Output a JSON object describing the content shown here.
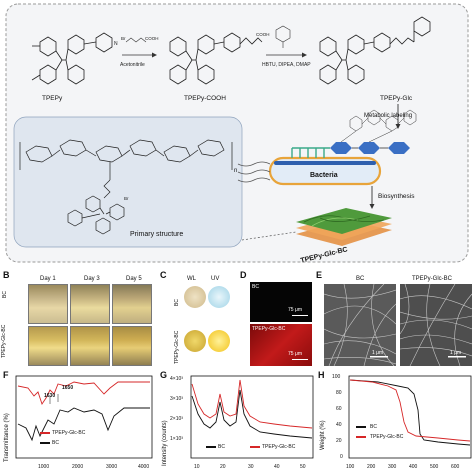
{
  "panel_a": {
    "reagent_1": "Acetonitrile",
    "reagent_2": "HBTU, DIPEA, DMAP",
    "compound_1": "TPEPy",
    "compound_2": "TPEPy-COOH",
    "compound_3": "TPEPy-Glc",
    "step_metabolic": "Metabolic labeling",
    "step_biosynthesis": "Biosynthesis",
    "bacteria_label": "Bacteria",
    "primary_structure": "Primary structure",
    "product_label": "TPEPy-Glc-BC",
    "n_label": "n",
    "cooh_label": "COOH",
    "br_label": "Br"
  },
  "panel_b": {
    "letter": "B",
    "days": [
      "Day 1",
      "Day 3",
      "Day 5"
    ],
    "rows": [
      "BC",
      "TPEPy-Glc-BC"
    ]
  },
  "panel_c": {
    "letter": "C",
    "columns": [
      "WL",
      "UV"
    ],
    "rows": [
      "BC",
      "TPEPy-Glc-BC"
    ]
  },
  "panel_d": {
    "letter": "D",
    "top_label": "BC",
    "bottom_label": "TPEPy-Glc-BC",
    "scale_top": "75 μm",
    "scale_bottom": "75 μm"
  },
  "panel_e": {
    "letter": "E",
    "left_label": "BC",
    "right_label": "TPEPy-Glc-BC",
    "scale": "1 μm"
  },
  "panel_f": {
    "letter": "F",
    "ylabel": "Transmittance (%)",
    "xticks": [
      "1000",
      "2000",
      "3000",
      "4000"
    ],
    "annotations": [
      "1630",
      "1650"
    ],
    "legend": [
      "TPEPy-Glc-BC",
      "BC"
    ],
    "colors": {
      "TPEPy-Glc-BC": "#d62728",
      "BC": "#111111"
    }
  },
  "panel_g": {
    "letter": "G",
    "ylabel": "Intensity (counts)",
    "yticks": [
      "1×10³",
      "2×10³",
      "3×10³",
      "4×10³"
    ],
    "xticks": [
      "10",
      "20",
      "30",
      "40",
      "50"
    ],
    "legend": [
      "BC",
      "TPEPy-Glc-BC"
    ],
    "colors": {
      "BC": "#111111",
      "TPEPy-Glc-BC": "#d62728"
    }
  },
  "panel_h": {
    "letter": "H",
    "ylabel": "Weight (%)",
    "yticks": [
      "0",
      "20",
      "40",
      "60",
      "80",
      "100"
    ],
    "xticks": [
      "100",
      "200",
      "300",
      "400",
      "500",
      "600"
    ],
    "legend": [
      "BC",
      "TPEPy-Glc-BC"
    ],
    "colors": {
      "BC": "#111111",
      "TPEPy-Glc-BC": "#d62728"
    }
  },
  "colors": {
    "scheme_border": "#9a9a9a",
    "scheme_bg": "#f4f5f7",
    "primary_box": "#dfe6ef",
    "bacteria_fill": "#e2ecf7",
    "bacteria_border": "#e8a43a",
    "hexagon": "#3a6fc4",
    "membrane": "#2e5fae",
    "linker": "#3aaa8a",
    "film_green": "#4f9a3c",
    "film_orange": "#e38b3a"
  }
}
